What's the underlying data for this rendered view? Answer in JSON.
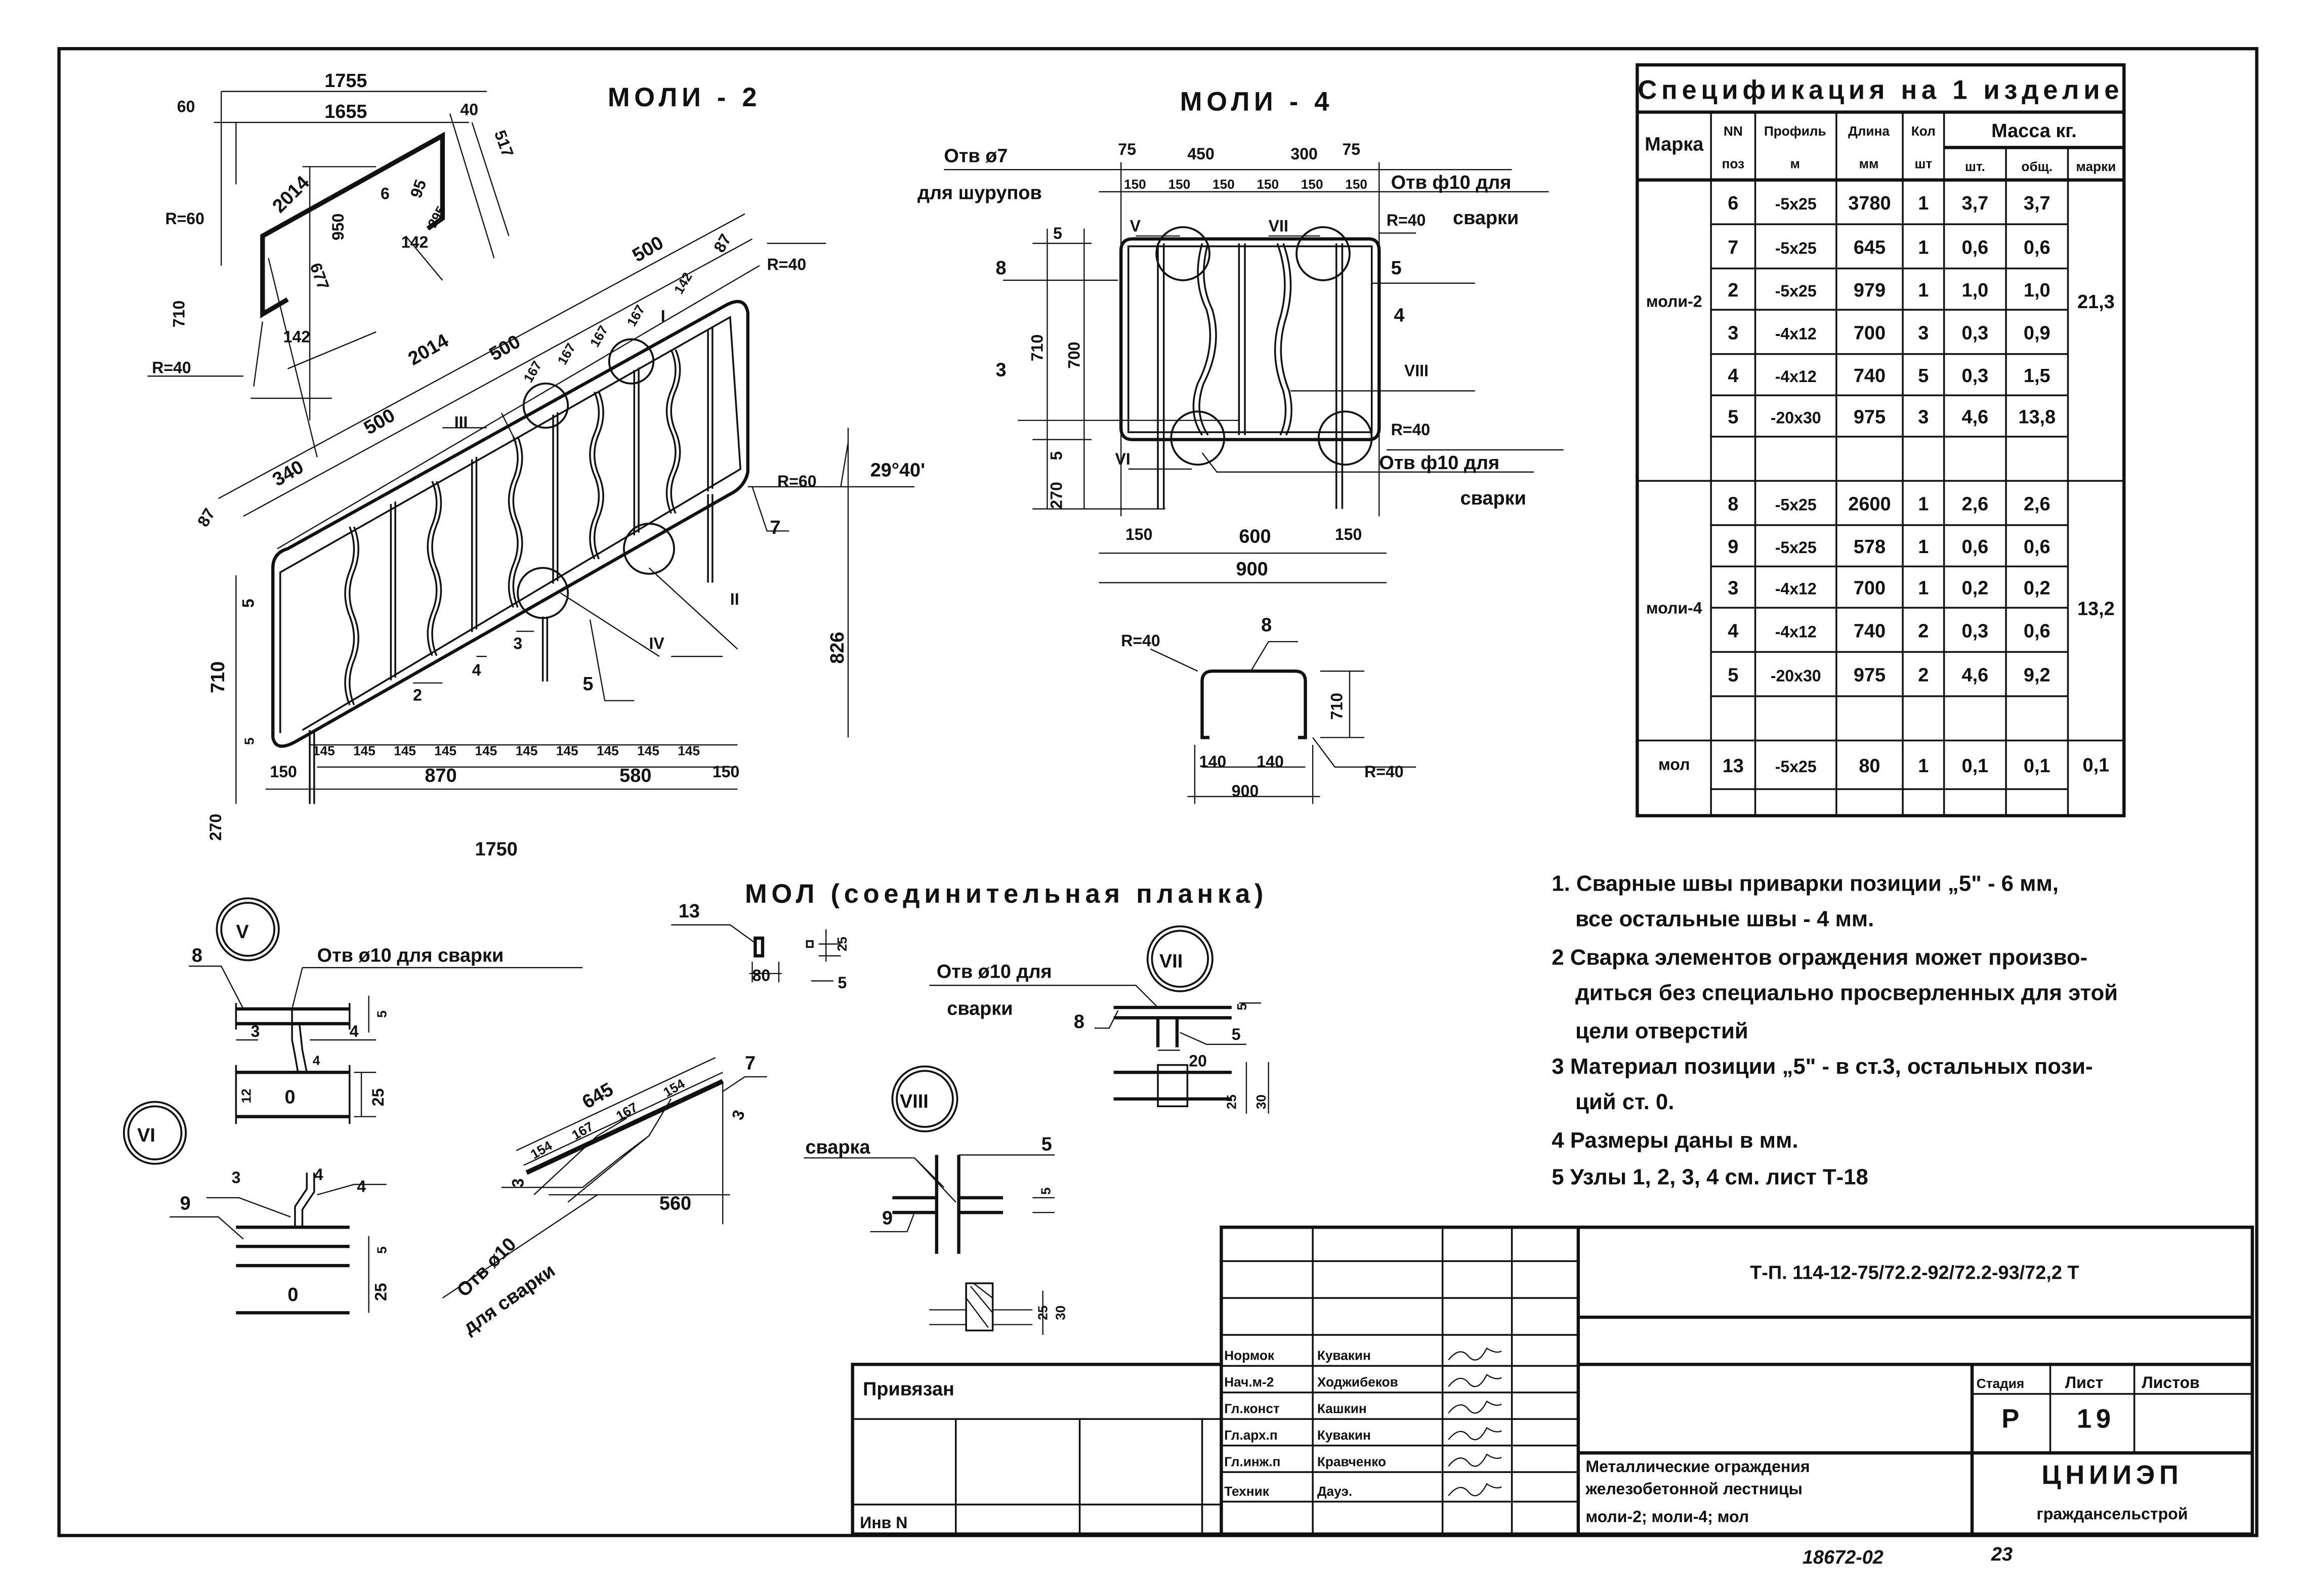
{
  "moli2": {
    "title": "МОЛИ - 2",
    "profile_dims": [
      "1755",
      "1655",
      "60",
      "40",
      "517",
      "2014",
      "950",
      "6",
      "95",
      "677",
      "142",
      "295",
      "R=60",
      "710",
      "R=40",
      "142"
    ],
    "dims": [
      "R=40",
      "87",
      "340",
      "500",
      "2014",
      "500",
      "500",
      "87",
      "167",
      "167",
      "167",
      "167",
      "142",
      "R=60",
      "29°40'",
      "826",
      "710",
      "5",
      "5",
      "270",
      "150",
      "870",
      "580",
      "150",
      "1750"
    ],
    "bottom_spacing": "145",
    "bottom_spacing_count": 10,
    "callouts": [
      "III",
      "II",
      "IV",
      "I",
      "5",
      "3",
      "4",
      "2",
      "7"
    ]
  },
  "moli4": {
    "title": "МОЛИ - 4",
    "hole_screws": [
      "Отв ø7",
      "для шурупов"
    ],
    "hole_weld_top": [
      "Отв ф10 для",
      "сварки"
    ],
    "hole_weld_bottom": [
      "Отв ф10 для",
      "сварки"
    ],
    "top_dims": [
      "75",
      "450",
      "300",
      "75"
    ],
    "spacing_dims": [
      "150",
      "150",
      "150",
      "150",
      "150",
      "150"
    ],
    "callouts": [
      "V",
      "VII",
      "VI",
      "VIII",
      "8",
      "5",
      "4",
      "3"
    ],
    "radius_top": "R=40",
    "radius_bottom": "R=40",
    "side_dims": [
      "5",
      "710",
      "700",
      "5",
      "270"
    ],
    "bottom_dims": [
      "150",
      "600",
      "150",
      "900"
    ]
  },
  "section8": {
    "label": "8",
    "dims": [
      "R=40",
      "710",
      "140",
      "140",
      "900",
      "R=40"
    ]
  },
  "mol": {
    "title": "МОЛ (соединительная планка)",
    "pos": "13",
    "dims": [
      "80",
      "25",
      "5"
    ]
  },
  "detail_v": {
    "mark": "V",
    "hole": "Отв ø10 для сварки",
    "labels": [
      "8",
      "3",
      "4",
      "4",
      "5",
      "12",
      "25"
    ],
    "hole_glyph": "0"
  },
  "detail_vi": {
    "mark": "VI",
    "labels": [
      "9",
      "3",
      "4",
      "4",
      "5",
      "25"
    ],
    "hole_glyph": "0"
  },
  "detail_7": {
    "labels": [
      "645",
      "154",
      "167",
      "167",
      "154",
      "3",
      "7",
      "3",
      "560"
    ],
    "hole": [
      "Отв ø10",
      "для сварки"
    ]
  },
  "detail_vii": {
    "mark": "VII",
    "hole": [
      "Отв ø10 для",
      "сварки"
    ],
    "labels": [
      "8",
      "5",
      "5",
      "20",
      "25",
      "30"
    ]
  },
  "detail_viii": {
    "mark": "VIII",
    "weld": "сварка",
    "labels": [
      "5",
      "9",
      "5",
      "25",
      "30"
    ]
  },
  "spec": {
    "title": "Спецификация на 1 изделие",
    "headers": {
      "mark": "Марка",
      "pos": [
        "NN",
        "поз"
      ],
      "profile": [
        "Профиль",
        "м"
      ],
      "length": [
        "Длина",
        "мм"
      ],
      "qty": [
        "Кол",
        "шт"
      ],
      "mass": "Масса кг.",
      "mass_unit": "шт.",
      "mass_total": "общ.",
      "mass_mark": "марки"
    },
    "groups": [
      {
        "mark": "моли-2",
        "mark_mass": "21,3",
        "rows": [
          {
            "pos": "6",
            "profile": "-5x25",
            "length": "3780",
            "qty": "1",
            "unit": "3,7",
            "total": "3,7"
          },
          {
            "pos": "7",
            "profile": "-5x25",
            "length": "645",
            "qty": "1",
            "unit": "0,6",
            "total": "0,6"
          },
          {
            "pos": "2",
            "profile": "-5x25",
            "length": "979",
            "qty": "1",
            "unit": "1,0",
            "total": "1,0"
          },
          {
            "pos": "3",
            "profile": "-4x12",
            "length": "700",
            "qty": "3",
            "unit": "0,3",
            "total": "0,9"
          },
          {
            "pos": "4",
            "profile": "-4x12",
            "length": "740",
            "qty": "5",
            "unit": "0,3",
            "total": "1,5"
          },
          {
            "pos": "5",
            "profile": "-20x30",
            "length": "975",
            "qty": "3",
            "unit": "4,6",
            "total": "13,8"
          }
        ]
      },
      {
        "mark": "моли-4",
        "mark_mass": "13,2",
        "rows": [
          {
            "pos": "8",
            "profile": "-5x25",
            "length": "2600",
            "qty": "1",
            "unit": "2,6",
            "total": "2,6"
          },
          {
            "pos": "9",
            "profile": "-5x25",
            "length": "578",
            "qty": "1",
            "unit": "0,6",
            "total": "0,6"
          },
          {
            "pos": "3",
            "profile": "-4x12",
            "length": "700",
            "qty": "1",
            "unit": "0,2",
            "total": "0,2"
          },
          {
            "pos": "4",
            "profile": "-4x12",
            "length": "740",
            "qty": "2",
            "unit": "0,3",
            "total": "0,6"
          },
          {
            "pos": "5",
            "profile": "-20x30",
            "length": "975",
            "qty": "2",
            "unit": "4,6",
            "total": "9,2"
          }
        ]
      },
      {
        "mark": "мол",
        "mark_mass": "0,1",
        "rows": [
          {
            "pos": "13",
            "profile": "-5x25",
            "length": "80",
            "qty": "1",
            "unit": "0,1",
            "total": "0,1"
          }
        ]
      }
    ]
  },
  "notes": [
    "1. Сварные швы приварки позиции „5\" - 6 мм,",
    "все остальные швы - 4 мм.",
    "2 Сварка элементов ограждения может произво-",
    "диться без специально просверленных для этой",
    "цели отверстий",
    "3 Материал позиции „5\" - в ст.3, остальных пози-",
    "ций ст. 0.",
    "4 Размеры даны в мм.",
    "5 Узлы 1, 2, 3, 4 см. лист  Т-18"
  ],
  "title_block": {
    "doc_code": "Т-П. 114-12-75/72.2-92/72.2-93/72,2   Т",
    "bound": "Привязан",
    "inv": "Инв N",
    "roles": [
      {
        "role": "Нормок",
        "name": "Кувакин"
      },
      {
        "role": "Нач.м-2",
        "name": "Ходжибеков"
      },
      {
        "role": "Гл.конст",
        "name": "Кашкин"
      },
      {
        "role": "Гл.арх.п",
        "name": "Кувакин"
      },
      {
        "role": "Гл.инж.п",
        "name": "Кравченко"
      },
      {
        "role": "Техник",
        "name": "Дауэ."
      }
    ],
    "stage_label": "Стадия",
    "sheet_label": "Лист",
    "sheets_label": "Листов",
    "stage": "Р",
    "sheet": "19",
    "sheets": "",
    "title_lines": [
      "Металлические ограждения",
      "железобетонной лестницы",
      "моли-2; моли-4; мол"
    ],
    "org": "ЦНИИЭП",
    "org_sub": "граждансельстрой"
  },
  "footer": {
    "archive_no": "18672-02",
    "page": "23"
  }
}
